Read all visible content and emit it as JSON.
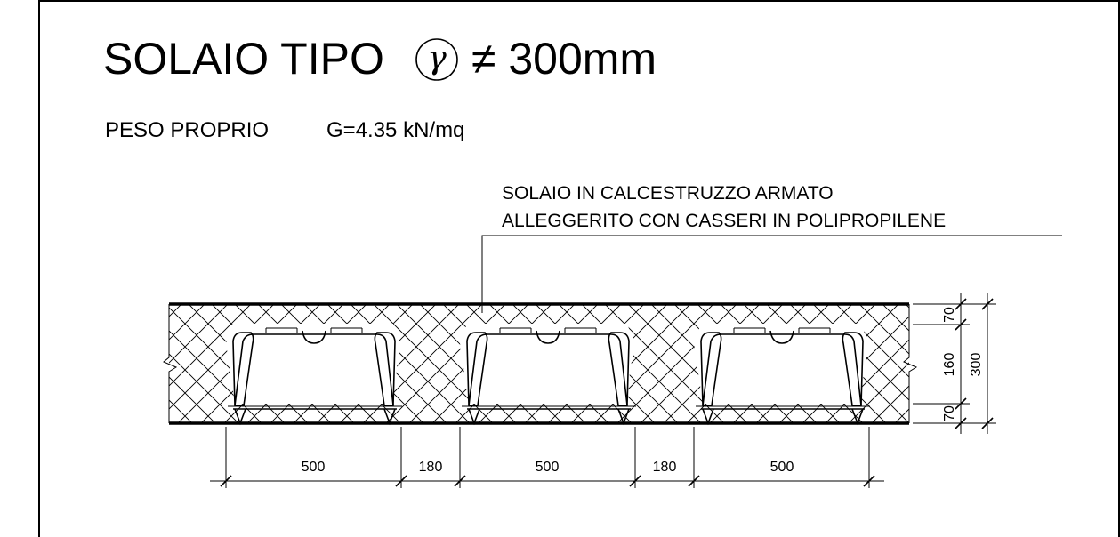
{
  "title": {
    "prefix": "SOLAIO TIPO",
    "symbol": "γ",
    "suffix": "≠ 300mm"
  },
  "subtitle": {
    "label": "PESO PROPRIO",
    "value": "G=4.35 kN/mq"
  },
  "annotation": {
    "line1": "SOLAIO IN CALCESTRUZZO ARMATO",
    "line2": "ALLEGGERITO CON CASSERI IN POLIPROPILENE"
  },
  "horizontal_dimensions": [
    "500",
    "180",
    "500",
    "180",
    "500"
  ],
  "vertical_dimensions": {
    "top_slab": "70",
    "void": "160",
    "bottom_slab": "70",
    "total": "300"
  },
  "colors": {
    "line": "#000000",
    "background": "#ffffff"
  }
}
